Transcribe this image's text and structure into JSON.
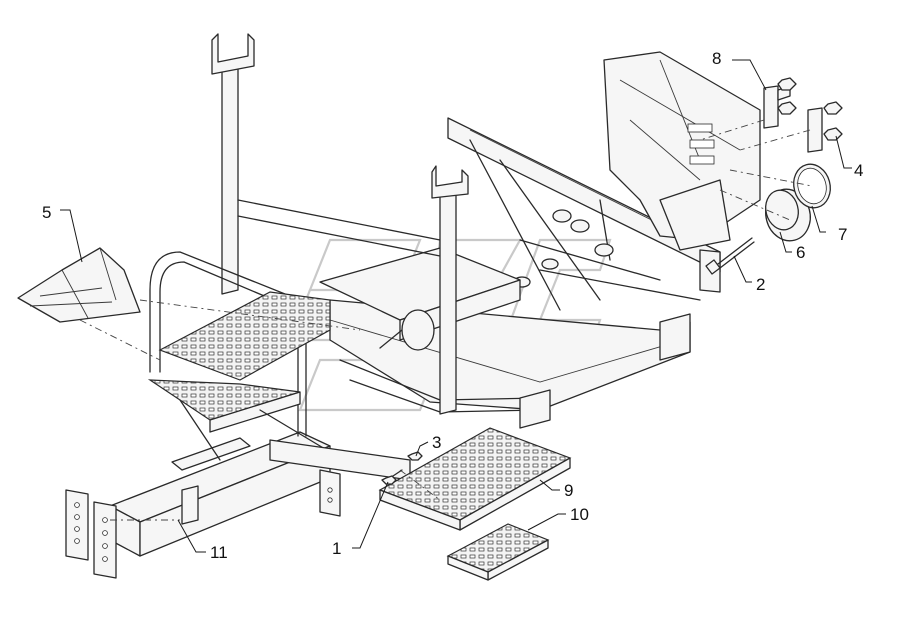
{
  "callouts": [
    {
      "id": "c1",
      "label": "1"
    },
    {
      "id": "c2",
      "label": "2"
    },
    {
      "id": "c3",
      "label": "3"
    },
    {
      "id": "c4",
      "label": "4"
    },
    {
      "id": "c5",
      "label": "5"
    },
    {
      "id": "c6",
      "label": "6"
    },
    {
      "id": "c7",
      "label": "7"
    },
    {
      "id": "c8",
      "label": "8"
    },
    {
      "id": "c9",
      "label": "9"
    },
    {
      "id": "c10",
      "label": "10"
    },
    {
      "id": "c11",
      "label": "11"
    }
  ],
  "colors": {
    "line": "#2a2a2a",
    "background": "#ffffff",
    "watermark": "#c9c9c9"
  }
}
